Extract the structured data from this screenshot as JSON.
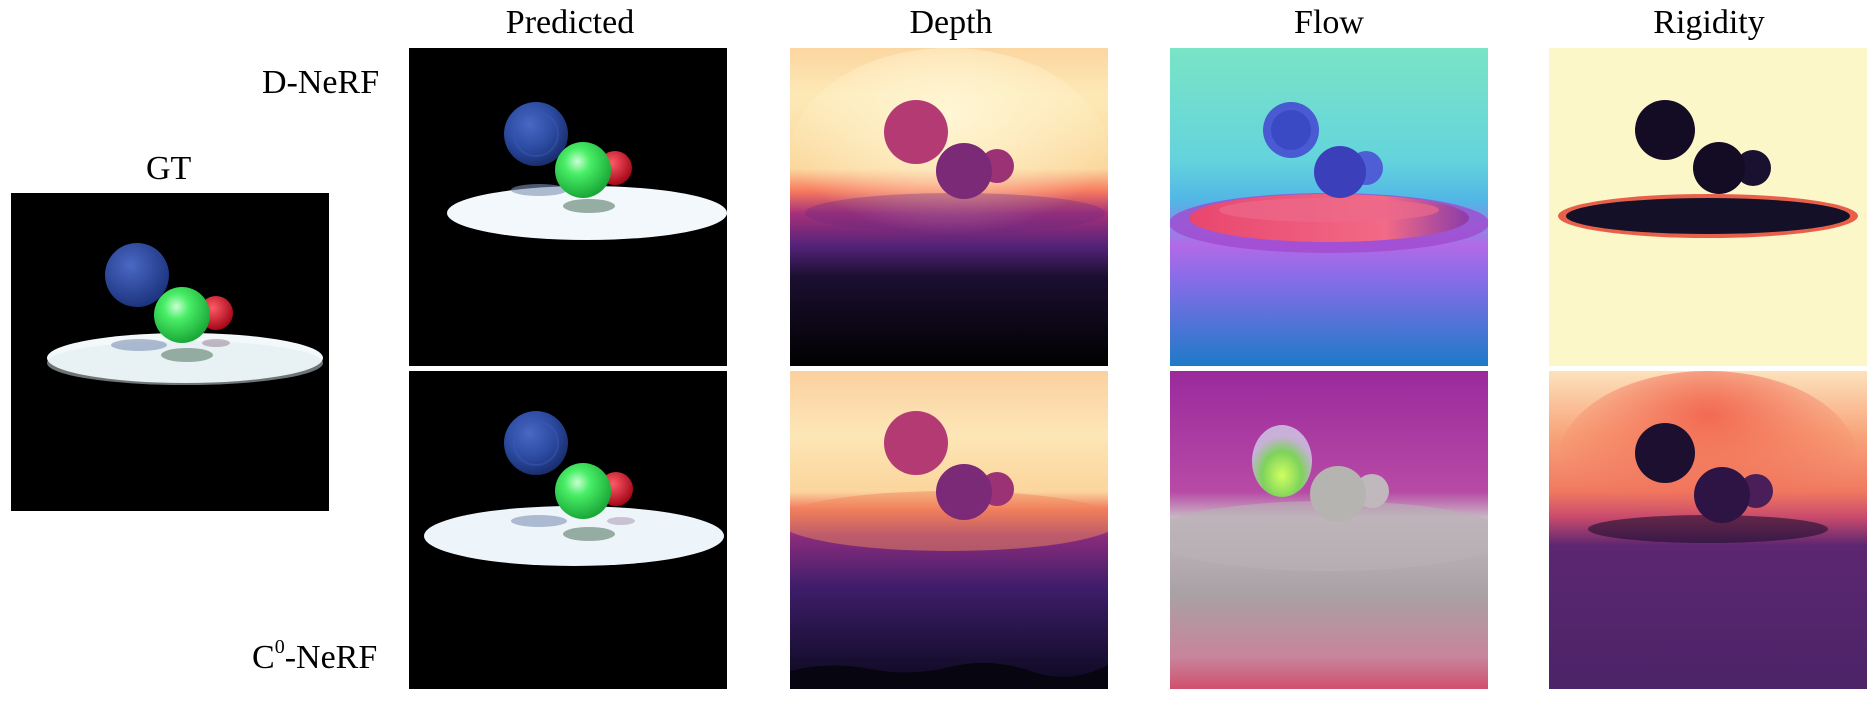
{
  "figure": {
    "gt_label": "GT",
    "columns": [
      "Predicted",
      "Depth",
      "Flow",
      "Rigidity"
    ],
    "rows": [
      {
        "base": "D-NeRF",
        "sup": "",
        "suffix": ""
      },
      {
        "base": "C",
        "sup": "0",
        "suffix": "-NeRF"
      }
    ]
  },
  "colors": {
    "sphere_blue": "#2f4fa8",
    "sphere_green": "#3ee05a",
    "sphere_red": "#e0142b",
    "disc_white": "#eef6fb",
    "depth_light": "#fde8b4",
    "depth_dark": "#1a0a2e",
    "flow_cyan": "#7ae0c8",
    "flow_magenta": "#b41e9a",
    "rigidity_cream": "#fcf7c8",
    "rigidity_dark": "#140b24"
  }
}
